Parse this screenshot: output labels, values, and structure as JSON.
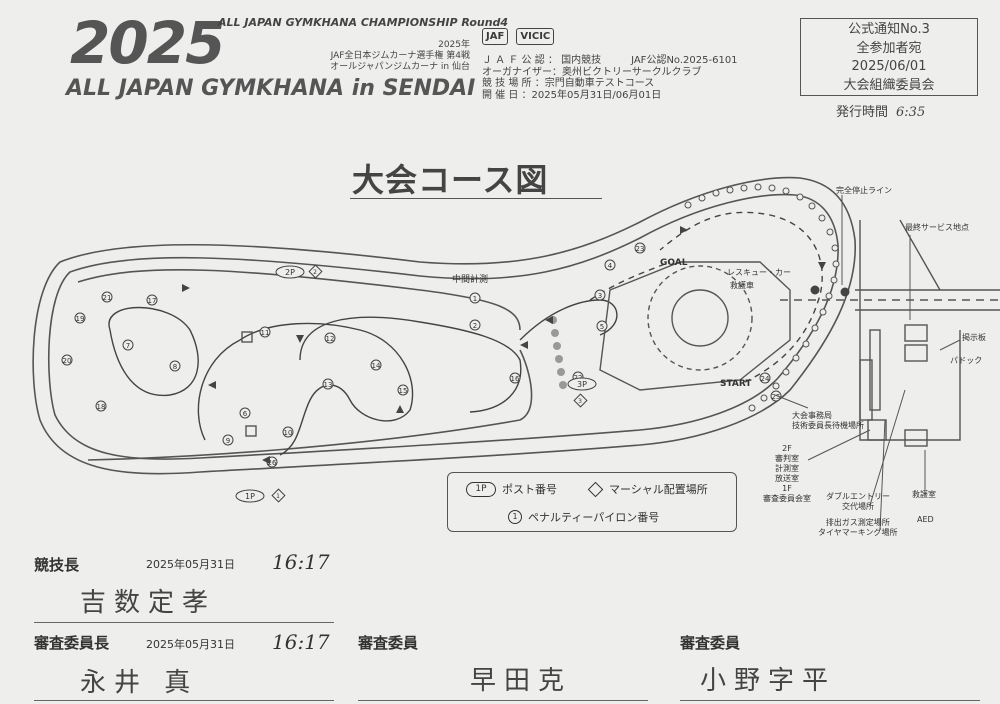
{
  "header": {
    "logo_year": "2025",
    "logo_series": "ALL JAPAN GYMKHANA CHAMPIONSHIP Round4",
    "logo_round_ja": [
      "2025年",
      "JAF全日本ジムカーナ選手権 第4戦",
      "オールジャパンジムカーナ in 仙台"
    ],
    "logo_event": "ALL JAPAN GYMKHANA in SENDAI",
    "badges": [
      "JAF",
      "VICIC"
    ],
    "info_rows": [
      "Ｊ Ａ Ｆ 公 認 ： 国内競技　　　JAF公認No.2025-6101",
      "オーガナイザー：奥州ビクトリーサークルクラブ",
      "競 技 場 所 ：宗門自動車テストコース",
      "開 催 日 ：2025年05月31日/06月01日"
    ]
  },
  "notice": {
    "number": "公式通知No.3",
    "to": "全参加者宛",
    "date": "2025/06/01",
    "from": "大会組織委員会",
    "issue_label": "発行時間",
    "issue_time": "6:35"
  },
  "map": {
    "title": "大会コース図",
    "labels": {
      "goal": "GOAL",
      "start": "START",
      "mid_timing": "中間計測",
      "rescue": "レスキュー・カー",
      "ambulance": "救護車",
      "full_stop": "完全停止ライン",
      "service": "最終サービス地点",
      "noticeboard": "掲示板",
      "paddock": "パドック",
      "office": [
        "大会事務局",
        "技術委員長待機場所"
      ],
      "building2f": [
        "2F",
        "審判室",
        "計測室",
        "放送室",
        "1F",
        "審査委員会室"
      ],
      "double_entry": [
        "ダブルエントリー",
        "交代場所"
      ],
      "exhaust": [
        "排出ガス測定場所",
        "タイヤマーキング場所"
      ],
      "first_aid": "救護室",
      "aed": "AED"
    },
    "posts": [
      "1P",
      "2P",
      "3P"
    ],
    "marshals": [
      "1",
      "2",
      "3"
    ],
    "pylons": [
      "1",
      "2",
      "3",
      "4",
      "5",
      "6",
      "7",
      "8",
      "9",
      "10",
      "11",
      "12",
      "13",
      "14",
      "15",
      "16",
      "17",
      "18",
      "19",
      "20",
      "21",
      "22",
      "23",
      "24",
      "25",
      "26"
    ]
  },
  "legend": {
    "post_sample": "1P",
    "post_label": "ポスト番号",
    "marshal_sample": "1",
    "marshal_label": "マーシャル配置場所",
    "pylon_sample": "1",
    "pylon_label": "ペナルティーパイロン番号"
  },
  "signatures": [
    {
      "role": "競技長",
      "date": "2025年05月31日",
      "time": "16:17",
      "name": "吉数定孝"
    },
    {
      "role": "審査委員長",
      "date": "2025年05月31日",
      "time": "16:17",
      "name": "永井 真"
    },
    {
      "role": "審査委員",
      "date": "",
      "time": "",
      "name": "早田克"
    },
    {
      "role": "審査委員",
      "date": "",
      "time": "",
      "name": "小野字平"
    }
  ]
}
